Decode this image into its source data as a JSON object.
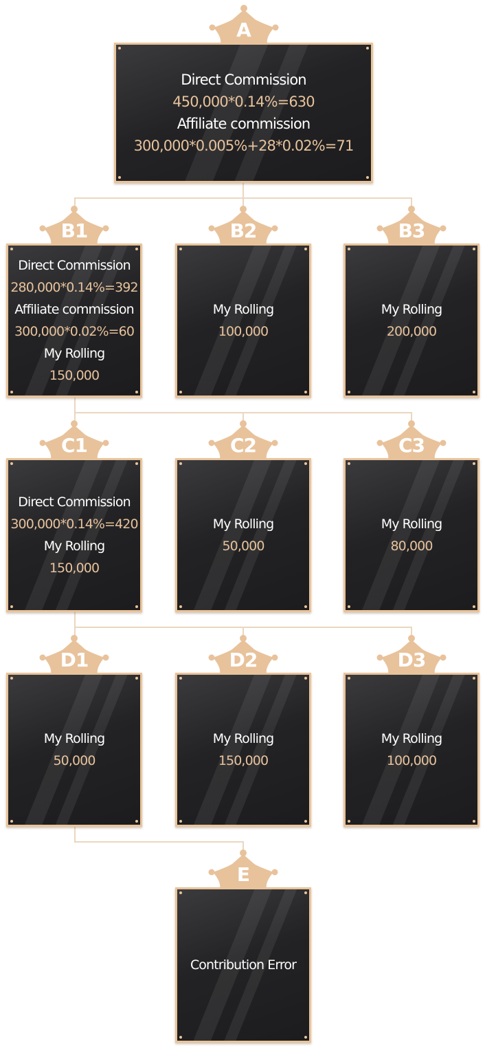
{
  "nodes": {
    "a": {
      "letter": "A",
      "lines": [
        {
          "text": "Direct Commission",
          "kind": "label"
        },
        {
          "text": "450,000*0.14%=630",
          "kind": "value"
        },
        {
          "text": "Affiliate commission",
          "kind": "label"
        },
        {
          "text": "300,000*0.005%+28*0.02%=71",
          "kind": "value"
        }
      ]
    },
    "b1": {
      "letter": "B1",
      "lines": [
        {
          "text": "Direct Commission",
          "kind": "label"
        },
        {
          "text": "280,000*0.14%=392",
          "kind": "value"
        },
        {
          "text": "Affiliate commission",
          "kind": "label"
        },
        {
          "text": "300,000*0.02%=60",
          "kind": "value"
        },
        {
          "text": "My Rolling",
          "kind": "label"
        },
        {
          "text": "150,000",
          "kind": "value"
        }
      ]
    },
    "b2": {
      "letter": "B2",
      "lines": [
        {
          "text": "My Rolling",
          "kind": "label"
        },
        {
          "text": "100,000",
          "kind": "value"
        }
      ]
    },
    "b3": {
      "letter": "B3",
      "lines": [
        {
          "text": "My Rolling",
          "kind": "label"
        },
        {
          "text": "200,000",
          "kind": "value"
        }
      ]
    },
    "c1": {
      "letter": "C1",
      "lines": [
        {
          "text": "Direct Commission",
          "kind": "label"
        },
        {
          "text": "300,000*0.14%=420",
          "kind": "value"
        },
        {
          "text": "My Rolling",
          "kind": "label"
        },
        {
          "text": "150,000",
          "kind": "value"
        }
      ]
    },
    "c2": {
      "letter": "C2",
      "lines": [
        {
          "text": "My Rolling",
          "kind": "label"
        },
        {
          "text": "50,000",
          "kind": "value"
        }
      ]
    },
    "c3": {
      "letter": "C3",
      "lines": [
        {
          "text": "My Rolling",
          "kind": "label"
        },
        {
          "text": "80,000",
          "kind": "value"
        }
      ]
    },
    "d1": {
      "letter": "D1",
      "lines": [
        {
          "text": "My Rolling",
          "kind": "label"
        },
        {
          "text": "50,000",
          "kind": "value"
        }
      ]
    },
    "d2": {
      "letter": "D2",
      "lines": [
        {
          "text": "My Rolling",
          "kind": "label"
        },
        {
          "text": "150,000",
          "kind": "value"
        }
      ]
    },
    "d3": {
      "letter": "D3",
      "lines": [
        {
          "text": "My Rolling",
          "kind": "label"
        },
        {
          "text": "100,000",
          "kind": "value"
        }
      ]
    },
    "e": {
      "letter": "E",
      "lines": [
        {
          "text": "Contribution Error",
          "kind": "label"
        }
      ]
    }
  },
  "colors": {
    "gold": "#e9c49a",
    "crown": "#e8c29b",
    "connector": "#ead7bf",
    "label_text": "#ffffff",
    "value_text": "#e7c29c",
    "card_dark": "#1c1c1e"
  }
}
